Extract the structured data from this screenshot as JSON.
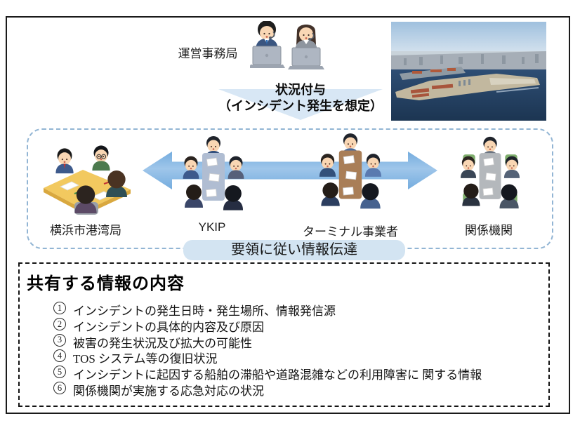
{
  "secretariat": {
    "label": "運営事務局"
  },
  "situation": {
    "line1": "状況付与",
    "line2": "（インシデント発生を想定）"
  },
  "network": {
    "transfer_label": "要領に従い情報伝達",
    "groups": [
      {
        "label": "横浜市港湾局"
      },
      {
        "label": "YKIP"
      },
      {
        "label": "ターミナル事業者"
      },
      {
        "label": "関係機関"
      }
    ]
  },
  "shared_info": {
    "title": "共有する情報の内容",
    "items": [
      {
        "marker": "①",
        "num": "1",
        "text": "インシデントの発生日時・発生場所、情報発信源"
      },
      {
        "marker": "②",
        "num": "2",
        "text": "インシデントの具体的内容及び原因"
      },
      {
        "marker": "③",
        "num": "3",
        "text": "被害の発生状況及び拡大の可能性"
      },
      {
        "marker": "④",
        "num": "4",
        "text": "TOS システム等の復旧状況"
      },
      {
        "marker": "⑤",
        "num": "5",
        "text": "インシデントに起因する船舶の滞船や道路混雑などの利用障害に 関する情報"
      },
      {
        "marker": "⑥",
        "num": "6",
        "text": "関係機関が実施する応急対応の状況"
      }
    ]
  },
  "icons": {
    "operators": "call-center-operators-illustration",
    "photo": "port-aerial-photo",
    "down_arrow": "situation-down-arrow",
    "bi_arrow": "bidirectional-information-arrow",
    "groups": "meeting-around-table-illustration"
  },
  "colors": {
    "arrow_blue": "#6FA9DD",
    "down_arrow_fill": "#D8E7F5",
    "pill_fill": "#D3E4F2",
    "dashed_panel_blue": "#92B5D4",
    "outer_border": "#1A1A1A"
  }
}
